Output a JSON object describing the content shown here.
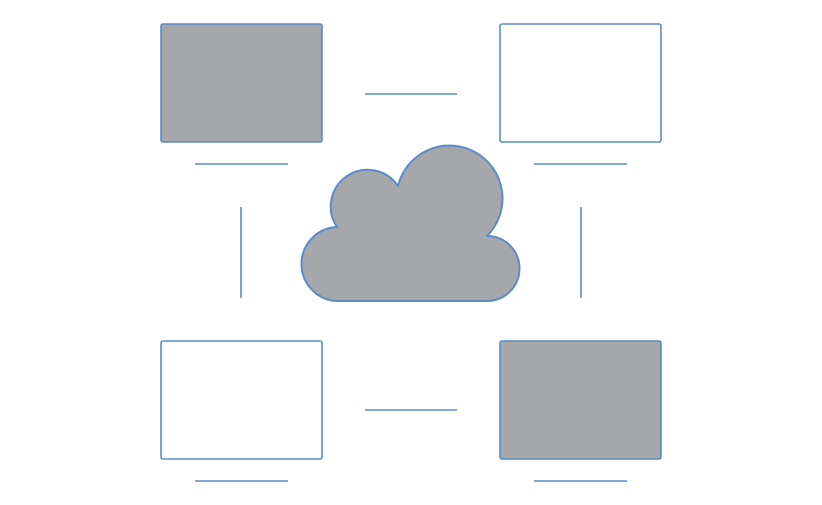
{
  "colors": {
    "stroke": "#5b8ac8",
    "filled": "#a5a8ab",
    "empty": "#ffffff",
    "background": "#ffffff"
  },
  "nodes": [
    {
      "id": "top-left",
      "fill": "filled"
    },
    {
      "id": "top-right",
      "fill": "empty"
    },
    {
      "id": "bottom-left",
      "fill": "empty"
    },
    {
      "id": "bottom-right",
      "fill": "filled"
    }
  ],
  "hub": {
    "shape": "cloud-icon",
    "fill": "filled"
  },
  "links": [
    {
      "from": "top-left",
      "to": "top-right"
    },
    {
      "from": "bottom-left",
      "to": "bottom-right"
    },
    {
      "from": "top-left",
      "to": "bottom-left"
    },
    {
      "from": "top-right",
      "to": "bottom-right"
    }
  ]
}
